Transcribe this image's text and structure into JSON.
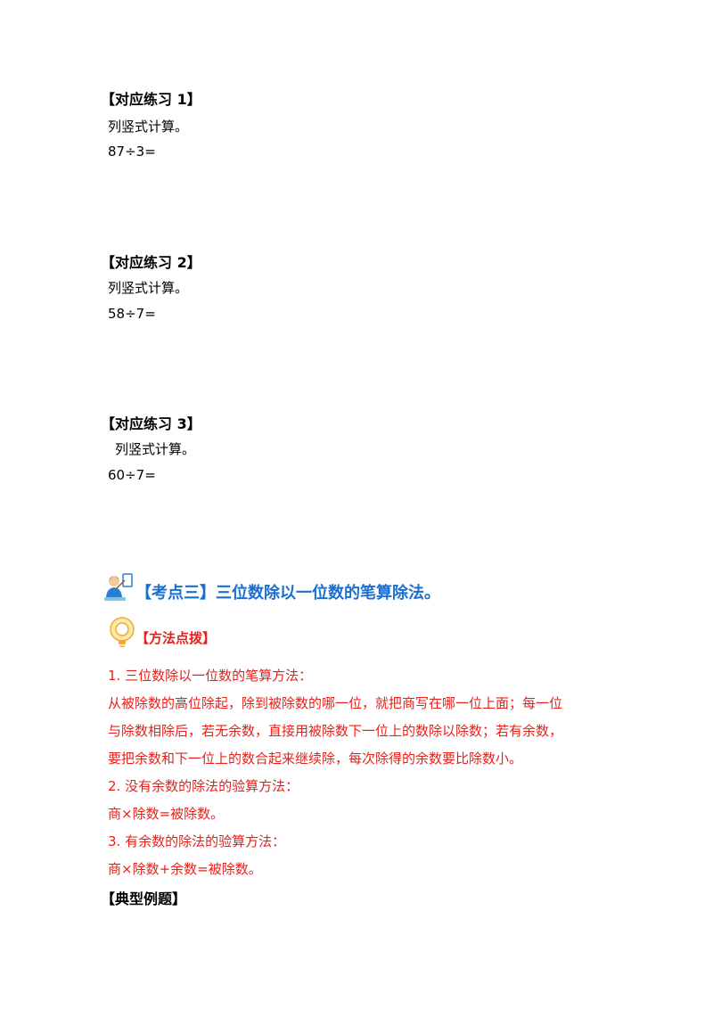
{
  "practice1": {
    "heading": "【对应练习 1】",
    "instruction": "列竖式计算。",
    "problem": "87÷3="
  },
  "practice2": {
    "heading": "【对应练习 2】",
    "instruction": "列竖式计算。",
    "problem": "58÷7="
  },
  "practice3": {
    "heading": "【对应练习 3】",
    "instruction": "列竖式计算。",
    "problem": "60÷7="
  },
  "section3": {
    "icon": "teacher-icon",
    "title": "【考点三】三位数除以一位数的笔算除法。"
  },
  "method": {
    "icon": "lightbulb-icon",
    "heading": "【方法点拨】",
    "lines": [
      "1. 三位数除以一位数的笔算方法：",
      "从被除数的高位除起，除到被除数的哪一位，就把商写在哪一位上面；每一位",
      "与除数相除后，若无余数，直接用被除数下一位上的数除以除数；若有余数，",
      "要把余数和下一位上的数合起来继续除，每次除得的余数要比除数小。",
      "2. 没有余数的除法的验算方法：",
      "商×除数=被除数。",
      "3. 有余数的除法的验算方法：",
      "商×除数+余数=被除数。"
    ]
  },
  "example": {
    "heading": "【典型例题】"
  },
  "colors": {
    "accent_blue": "#1a6fd0",
    "accent_red": "#e8201a"
  }
}
